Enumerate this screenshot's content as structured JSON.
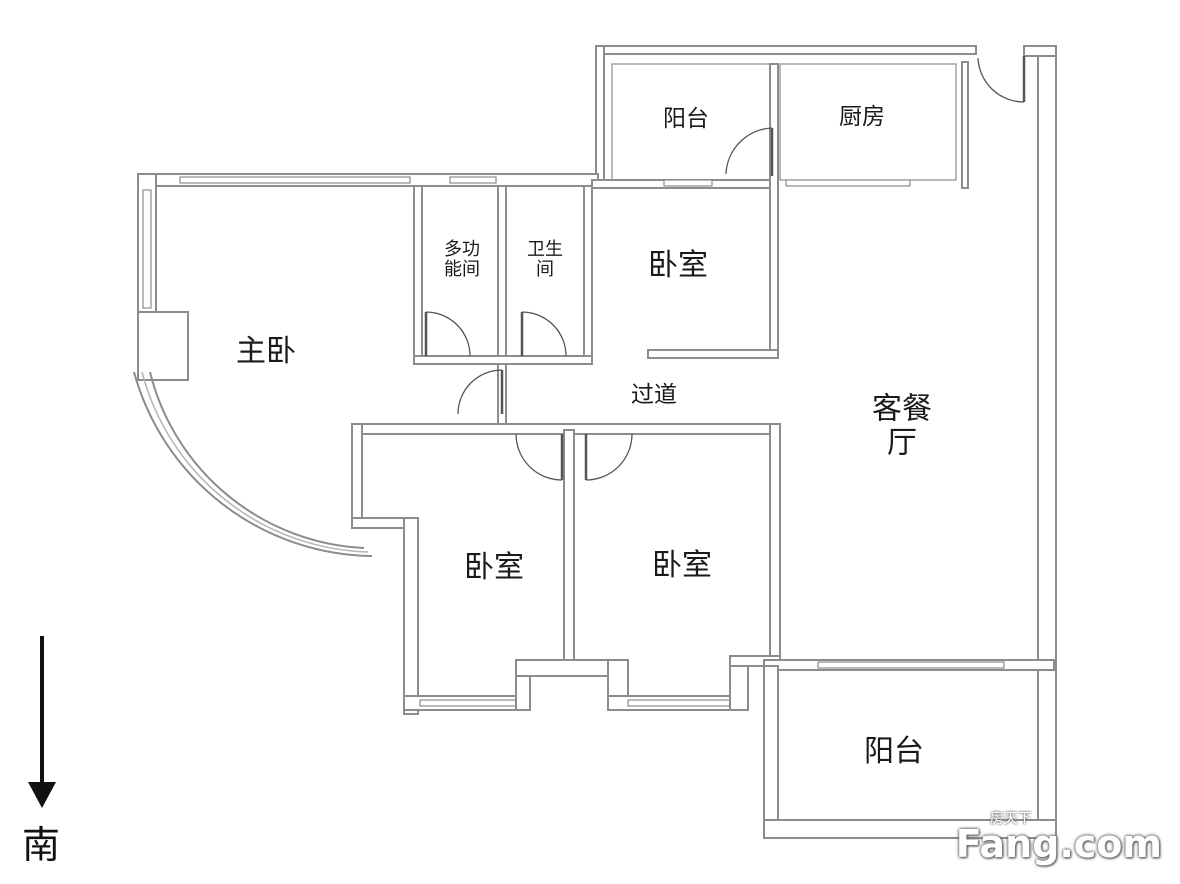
{
  "rooms": {
    "master_bedroom": "主卧",
    "multi_function_room": "多功\n能间",
    "bathroom": "卫生\n间",
    "north_bedroom": "卧室",
    "corridor": "过道",
    "living_dining": "客餐\n厅",
    "balcony_top": "阳台",
    "kitchen": "厨房",
    "bedroom_left": "卧室",
    "bedroom_right": "卧室",
    "balcony_bottom": "阳台"
  },
  "compass": {
    "label": "南",
    "direction": "down"
  },
  "watermark": {
    "text": "Fang.com",
    "sub": "房天下"
  },
  "colors": {
    "wall": "#8c8c8c",
    "door": "#555555",
    "text": "#1a1a1a"
  }
}
